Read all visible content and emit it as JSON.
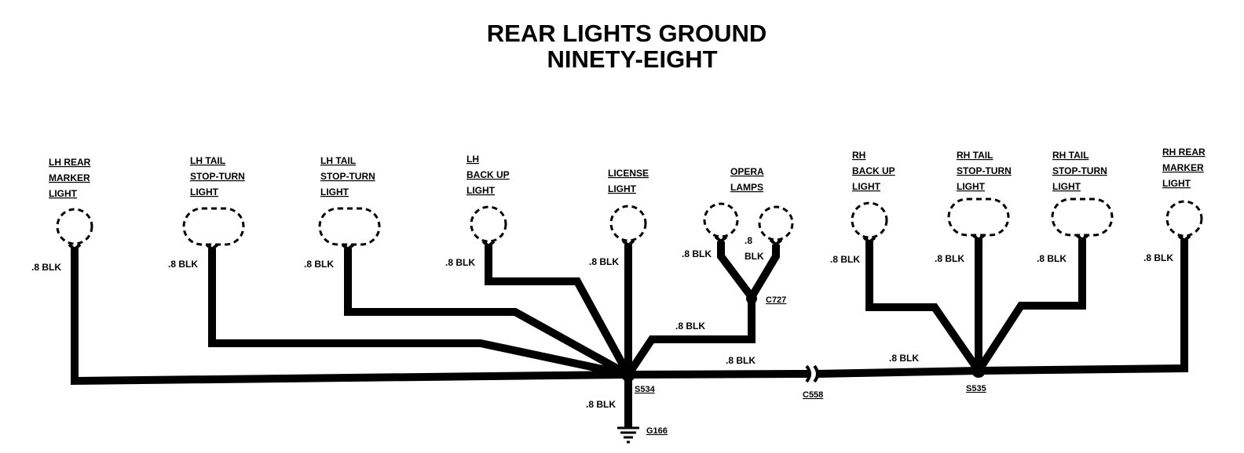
{
  "title": {
    "line1": "REAR LIGHTS GROUND",
    "line2": "NINETY-EIGHT"
  },
  "components": {
    "lh_rear_marker": [
      "LH REAR",
      "MARKER",
      "LIGHT"
    ],
    "lh_tail_1": [
      "LH TAIL",
      "STOP-TURN",
      "LIGHT"
    ],
    "lh_tail_2": [
      "LH TAIL",
      "STOP-TURN",
      "LIGHT"
    ],
    "lh_back_up": [
      "LH",
      "BACK UP",
      "LIGHT"
    ],
    "license": [
      "LICENSE",
      "LIGHT"
    ],
    "opera": [
      "OPERA",
      "LAMPS"
    ],
    "rh_back_up": [
      "RH",
      "BACK UP",
      "LIGHT"
    ],
    "rh_tail_1": [
      "RH TAIL",
      "STOP-TURN",
      "LIGHT"
    ],
    "rh_tail_2": [
      "RH TAIL",
      "STOP-TURN",
      "LIGHT"
    ],
    "rh_rear_marker": [
      "RH REAR",
      "MARKER",
      "LIGHT"
    ]
  },
  "wire_labels": {
    "lh_rear_marker": ".8 BLK",
    "lh_tail_1": ".8 BLK",
    "lh_tail_2": ".8 BLK",
    "lh_back_up": ".8 BLK",
    "license": ".8 BLK",
    "opera_left": ".8 BLK",
    "opera_right_1": ".8",
    "opera_right_2": "BLK",
    "c727_to_s534": ".8 BLK",
    "s534_to_c558": ".8 BLK",
    "c558_to_s535": ".8 BLK",
    "ground": ".8 BLK",
    "rh_back_up": ".8 BLK",
    "rh_tail_1": ".8 BLK",
    "rh_tail_2": ".8 BLK",
    "rh_rear_marker": ".8 BLK"
  },
  "refs": {
    "c727": "C727",
    "s534": "S534",
    "c558": "C558",
    "s535": "S535",
    "g166": "G166"
  }
}
